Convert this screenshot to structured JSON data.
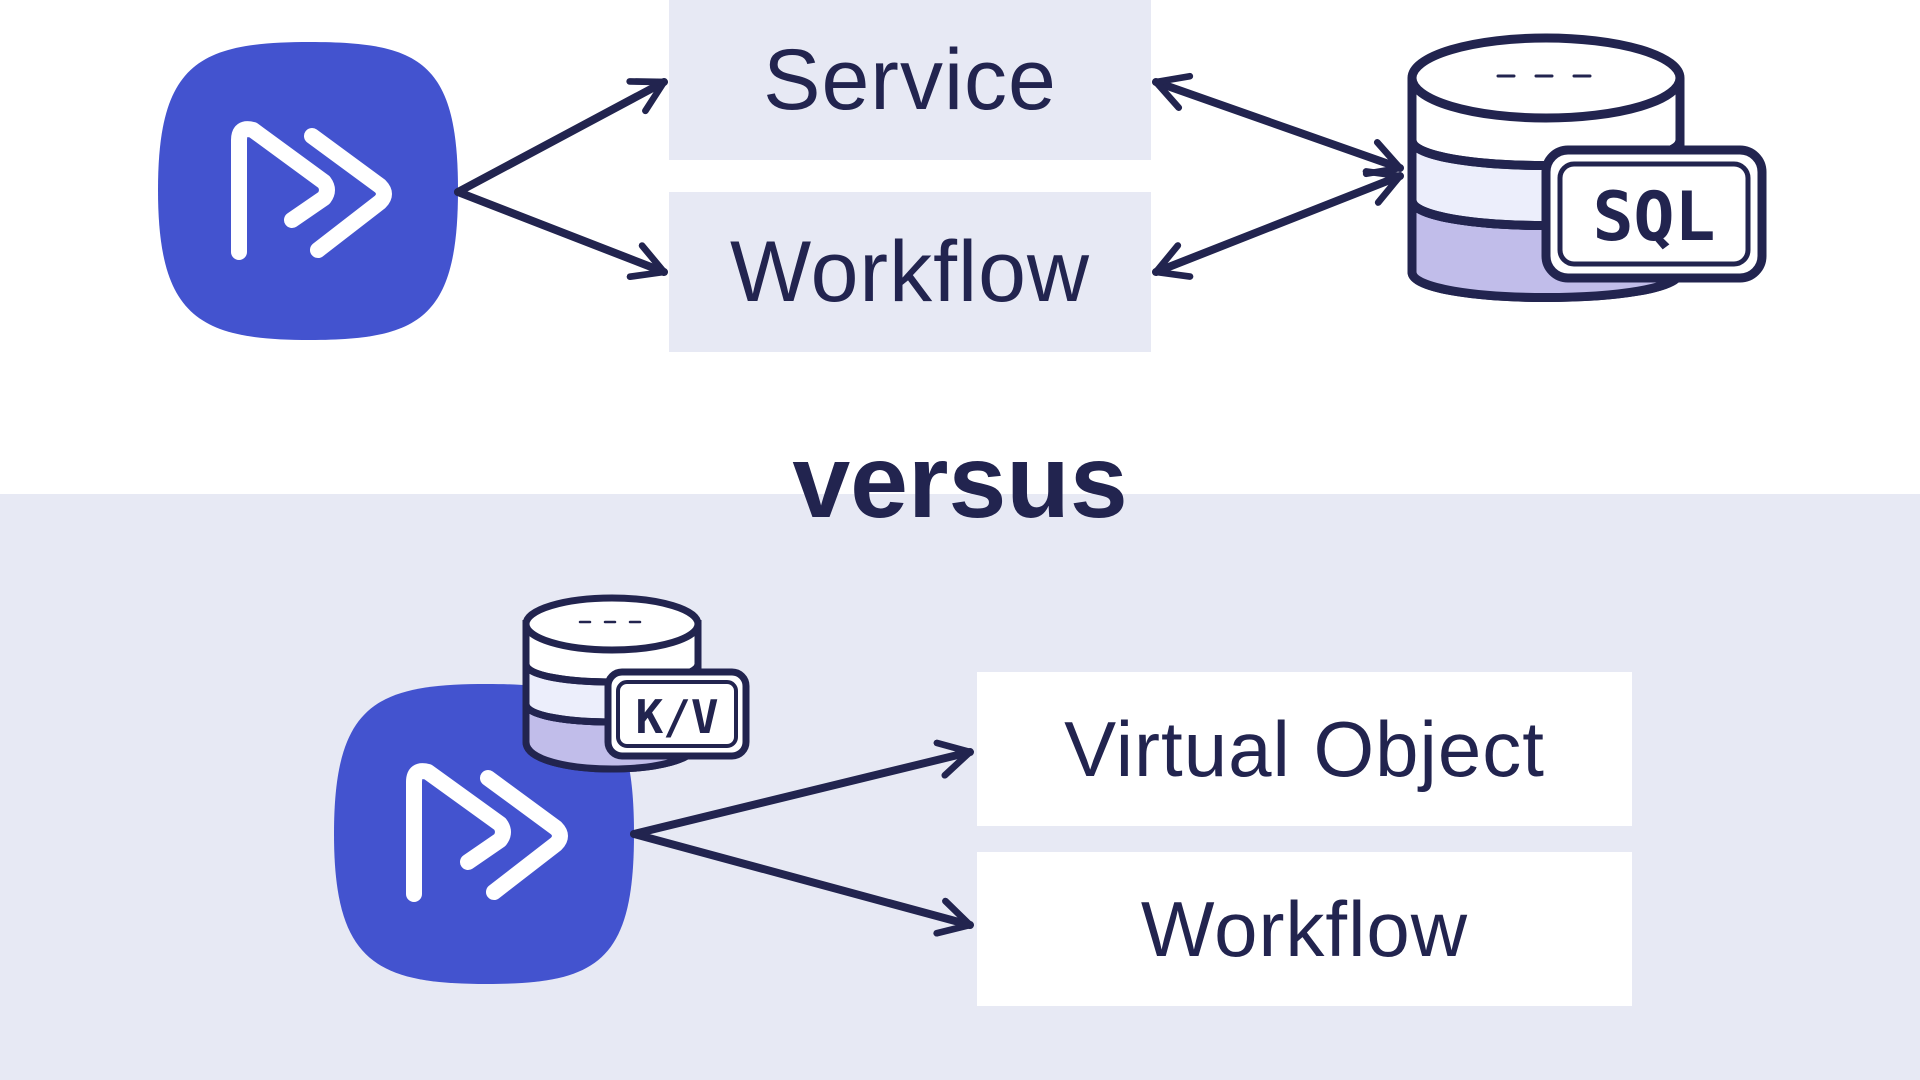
{
  "top": {
    "boxes": [
      "Service",
      "Workflow"
    ],
    "database_badge": "SQL"
  },
  "divider": "versus",
  "bottom": {
    "boxes": [
      "Virtual Object",
      "Workflow"
    ],
    "database_badge": "K/V"
  },
  "colors": {
    "brand": "#4353cf",
    "ink": "#22244f",
    "panel": "#e7e9f4",
    "db_light": "#eceefb",
    "db_fill": "#c1bdea"
  }
}
